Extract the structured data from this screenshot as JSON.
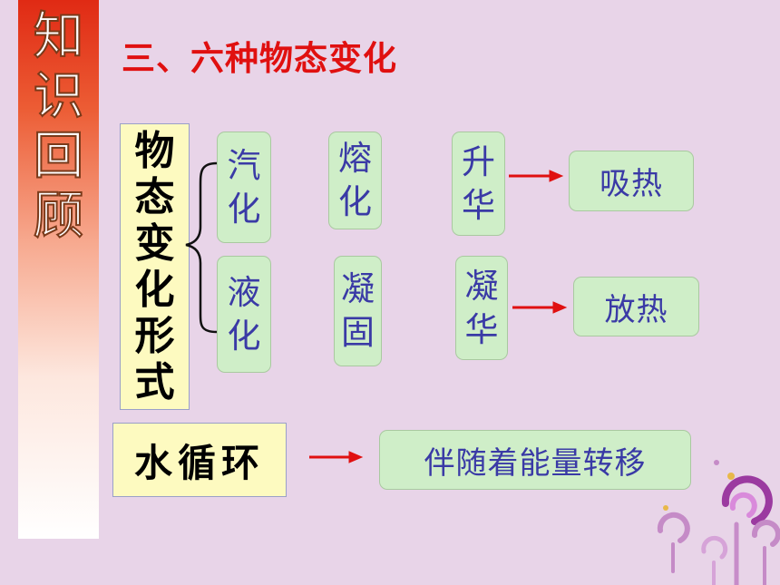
{
  "sidebar": {
    "chars": [
      "知",
      "识",
      "回",
      "顾"
    ]
  },
  "heading": "三、六种物态变化",
  "main_box": {
    "chars": [
      "物",
      "态",
      "变",
      "化",
      "形",
      "式"
    ]
  },
  "processes": {
    "qihua": [
      "汽",
      "化"
    ],
    "yehua": [
      "液",
      "化"
    ],
    "ronghua": [
      "熔",
      "化"
    ],
    "ninggu": [
      "凝",
      "固"
    ],
    "shenghua": [
      "升",
      "华"
    ],
    "ninghua": [
      "凝",
      "华"
    ]
  },
  "heat": {
    "absorb": "吸热",
    "release": "放热"
  },
  "water_cycle": {
    "label": "水循环",
    "result": "伴随着能量转移"
  },
  "colors": {
    "arrow": "#e01010",
    "heading": "#e01010",
    "process_text": "#3a3aa6",
    "green_box": "#cfeec8",
    "yellow_box": "#fdfac0"
  }
}
